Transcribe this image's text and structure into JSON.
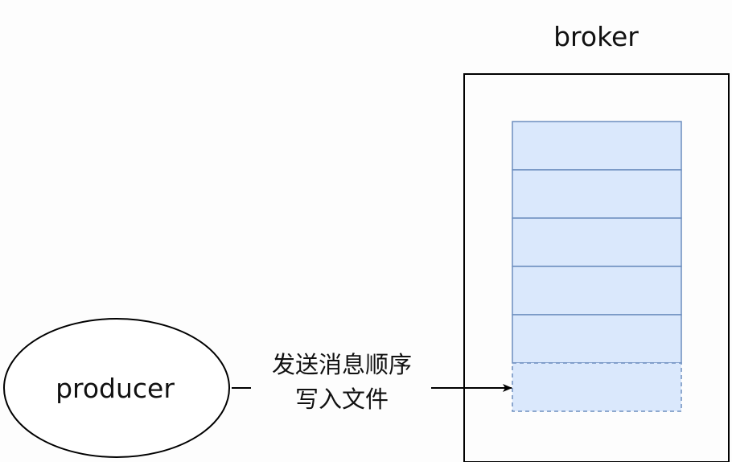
{
  "broker": {
    "title": "broker",
    "filled_slots": 5,
    "pending_slots": 1,
    "slot_fill_color": "#dae8fc",
    "slot_stroke_color": "#6c8ebf",
    "box_stroke_color": "#000000"
  },
  "producer": {
    "label": "producer"
  },
  "connector": {
    "line1": "发送消息顺序",
    "line2": "写入文件",
    "stroke_color": "#000000"
  }
}
